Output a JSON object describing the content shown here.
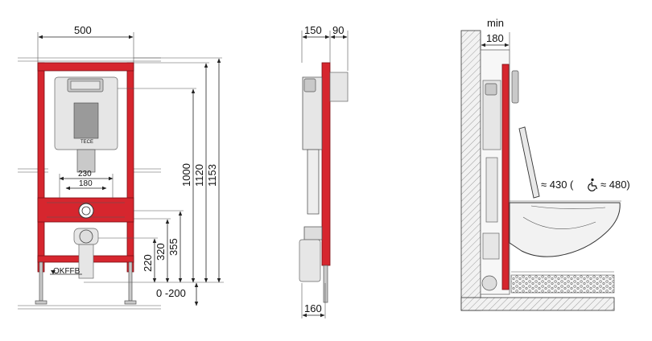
{
  "front_view": {
    "width_label": "500",
    "inner_width_outer_label": "230",
    "inner_width_inner_label": "180",
    "heights": {
      "h1153": "1153",
      "h1120": "1120",
      "h1000": "1000",
      "h355": "355",
      "h320": "320",
      "h220": "220",
      "adjust": "0 -200"
    },
    "floor_marker": "OKFFB",
    "brand_label": "TECE"
  },
  "side_view": {
    "frame_depth_label": "150",
    "plate_depth_label": "90",
    "bottom_label": "160"
  },
  "install_view": {
    "min_label": "min",
    "min_value": "180",
    "seat_height_label": "≈ 430 (",
    "accessible_label": "≈ 480)"
  },
  "colors": {
    "frame_red": "#d6262e",
    "line": "#222222"
  },
  "icons": {
    "accessible": "wheelchair-icon"
  }
}
